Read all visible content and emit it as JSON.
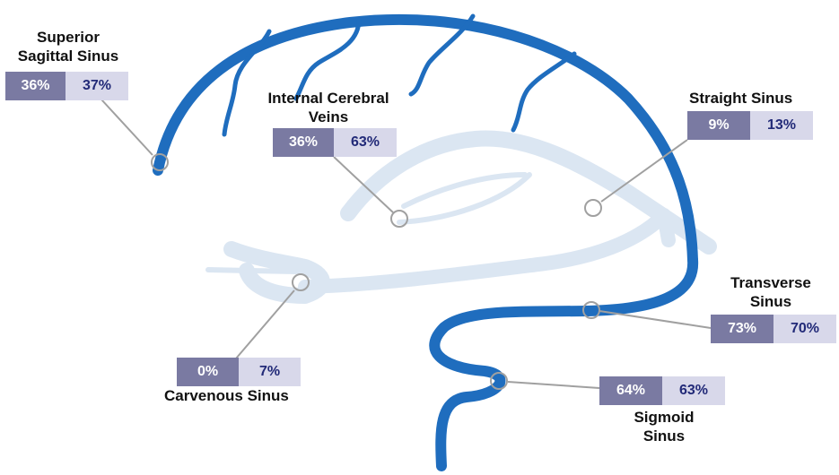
{
  "colors": {
    "sinus_dark": "#1f6dbe",
    "vein_light": "#dbe6f2",
    "box_primary": "#7a7aa2",
    "box_secondary": "#d8d8ea",
    "box_secondary_text": "#222a78",
    "pointer_line": "#a0a0a0"
  },
  "sinuses": [
    {
      "id": "superior-sagittal",
      "name_lines": [
        "Superior",
        "Sagittal Sinus"
      ],
      "value_1": "36%",
      "value_2": "37%"
    },
    {
      "id": "internal-cerebral",
      "name_lines": [
        "Internal Cerebral",
        "Veins"
      ],
      "value_1": "36%",
      "value_2": "63%"
    },
    {
      "id": "straight",
      "name_lines": [
        "Straight Sinus"
      ],
      "value_1": "9%",
      "value_2": "13%"
    },
    {
      "id": "transverse",
      "name_lines": [
        "Transverse",
        "Sinus"
      ],
      "value_1": "73%",
      "value_2": "70%"
    },
    {
      "id": "carvenous",
      "name_lines": [
        "Carvenous Sinus"
      ],
      "value_1": "0%",
      "value_2": "7%"
    },
    {
      "id": "sigmoid",
      "name_lines": [
        "Sigmoid",
        "Sinus"
      ],
      "value_1": "64%",
      "value_2": "63%"
    }
  ]
}
